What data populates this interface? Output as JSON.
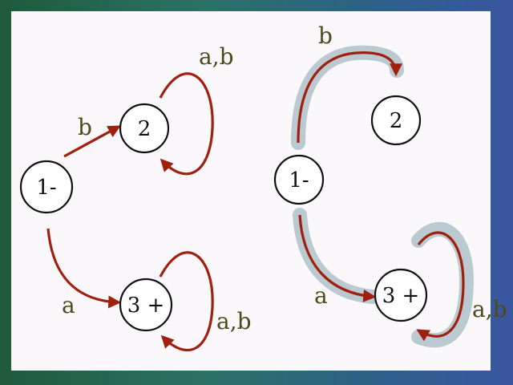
{
  "left_automaton": {
    "states": [
      {
        "id": "s1",
        "label": "1-"
      },
      {
        "id": "s2",
        "label": "2"
      },
      {
        "id": "s3",
        "label": "3 +"
      }
    ],
    "transitions": [
      {
        "from": "1-",
        "to": "2",
        "label": "b"
      },
      {
        "from": "1-",
        "to": "3 +",
        "label": "a"
      },
      {
        "from": "2",
        "to": "2",
        "label": "a,b"
      },
      {
        "from": "3 +",
        "to": "3 +",
        "label": "a,b"
      }
    ]
  },
  "right_automaton": {
    "states": [
      {
        "id": "s1",
        "label": "1-"
      },
      {
        "id": "s2",
        "label": "2"
      },
      {
        "id": "s3",
        "label": "3 +"
      }
    ],
    "transitions": [
      {
        "from": "1-",
        "to": "2",
        "label": "b"
      },
      {
        "from": "1-",
        "to": "3 +",
        "label": "a",
        "highlighted": true
      },
      {
        "from": "3 +",
        "to": "3 +",
        "label": "a,b",
        "highlighted": true
      }
    ]
  },
  "colors": {
    "edge": "#a0200f",
    "highlight_glow": "#9fb6bd",
    "label_text": "#4b4a1c"
  }
}
